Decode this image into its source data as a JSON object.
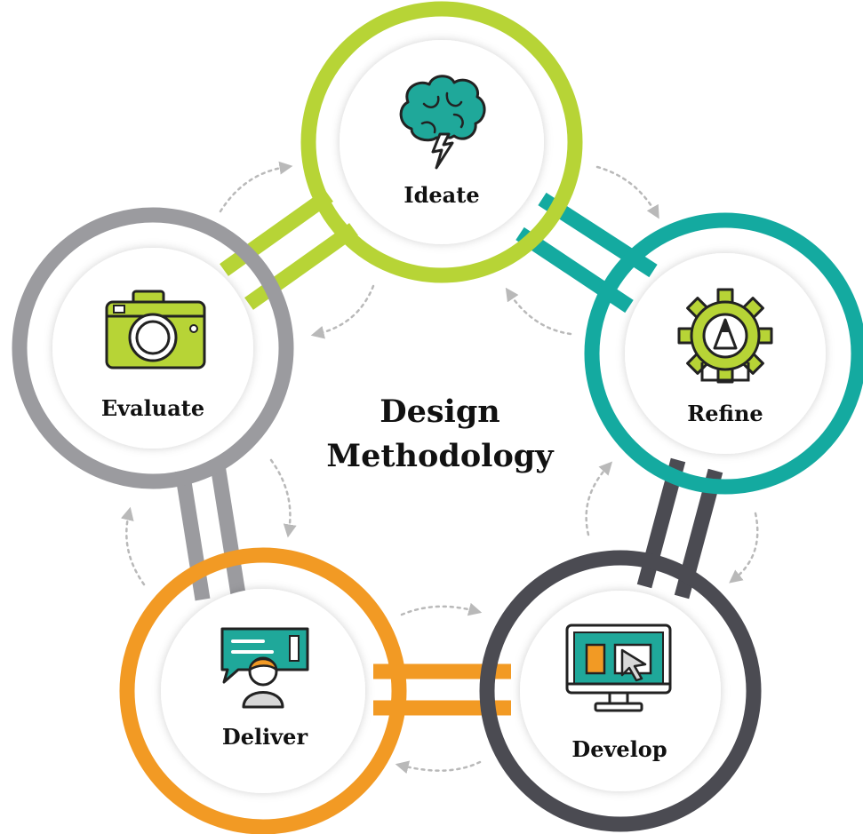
{
  "diagram": {
    "center_title_line1": "Design",
    "center_title_line2": "Methodology",
    "nodes": [
      {
        "id": "ideate",
        "label": "Ideate",
        "ring_color": "#b7d436",
        "icon": "brain-lightning-icon"
      },
      {
        "id": "refine",
        "label": "Refine",
        "ring_color": "#14aaa0",
        "icon": "gear-pencil-icon"
      },
      {
        "id": "develop",
        "label": "Develop",
        "ring_color": "#4b4b52",
        "icon": "monitor-cursor-icon"
      },
      {
        "id": "deliver",
        "label": "Deliver",
        "ring_color": "#f29a24",
        "icon": "presenter-speech-icon"
      },
      {
        "id": "evaluate",
        "label": "Evaluate",
        "ring_color": "#9b9b9f",
        "icon": "camera-icon"
      }
    ],
    "flow": [
      "Ideate",
      "Refine",
      "Develop",
      "Deliver",
      "Evaluate"
    ]
  }
}
